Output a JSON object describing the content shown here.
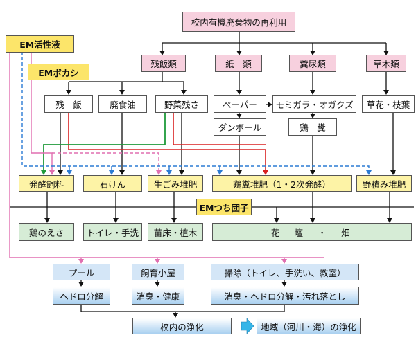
{
  "title": "校内有機廃棄物の再利用",
  "sources": {
    "em_liquid": "EM活性液",
    "em_bokashi": "EMボカシ",
    "em_dango": "EMつち団子"
  },
  "categories": [
    "残飯類",
    "紙　類",
    "糞尿類",
    "草木類"
  ],
  "materials": [
    "残　飯",
    "廃食油",
    "野菜残さ",
    "ペーパー",
    "モミガラ・オガクズ",
    "ダンボール",
    "鶏　糞",
    "草花・枝葉"
  ],
  "products": [
    "発酵飼料",
    "石けん",
    "生ごみ堆肥",
    "鶏糞堆肥（1・2次発酵）",
    "野積み堆肥"
  ],
  "uses": [
    "鶏のえさ",
    "トイレ・手洗",
    "苗床・植木",
    "花　壇　・　畑"
  ],
  "applications": [
    "プール",
    "飼育小屋",
    "掃除（トイレ、手洗い、教室）"
  ],
  "effects": [
    "ヘドロ分解",
    "消臭・健康",
    "消臭・ヘドロ分解・汚れ落とし"
  ],
  "result": {
    "school": "校内の浄化",
    "region": "地域（河川・海）の浄化"
  },
  "colors": {
    "em_liquid_line": "#e06fb0",
    "bokashi_line": "#2b7bd4",
    "red_line": "#d82020",
    "green_line": "#1f9a3a",
    "black_line": "#111111",
    "arrow_fill": "#35b5e8"
  }
}
